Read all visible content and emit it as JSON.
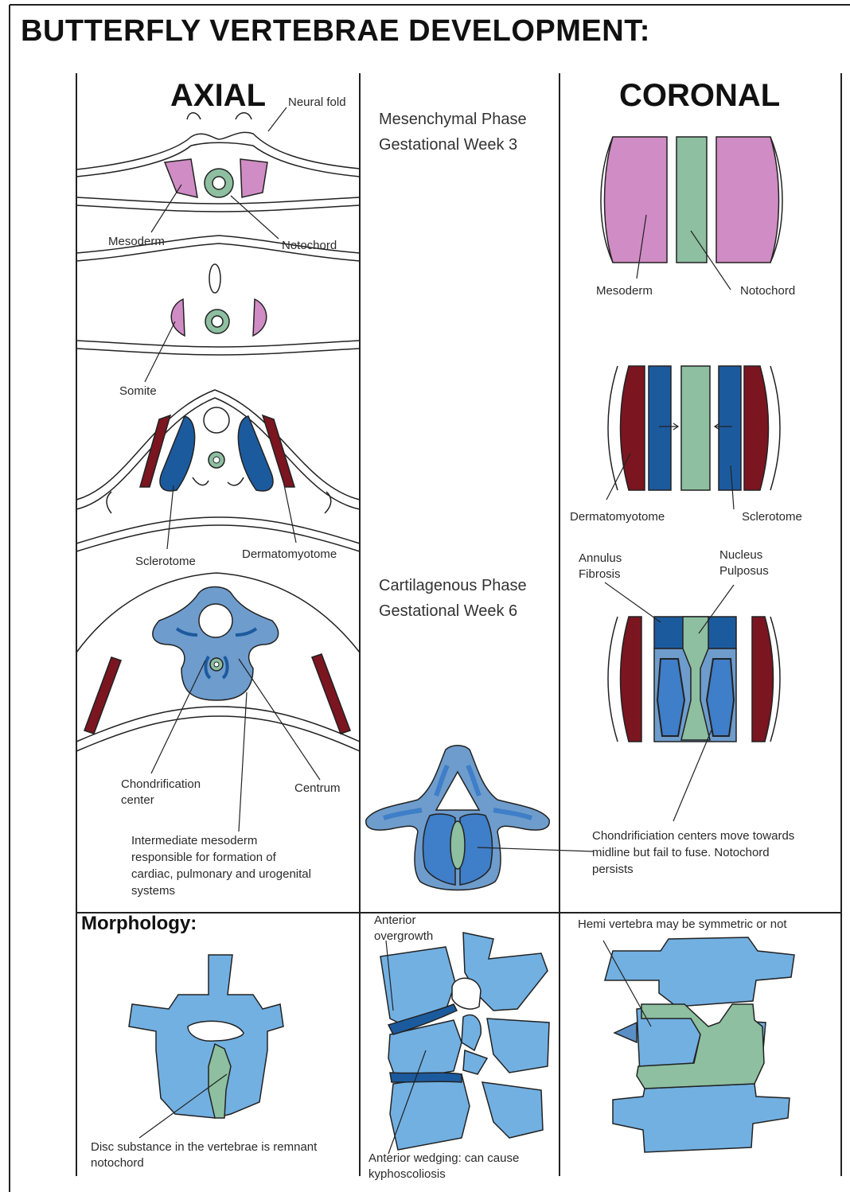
{
  "title": "BUTTERFLY VERTEBRAE DEVELOPMENT:",
  "columns": {
    "axial": "AXIAL",
    "coronal": "CORONAL"
  },
  "phases": {
    "mesenchymal": [
      "Mesenchymal Phase",
      "Gestational Week 3"
    ],
    "cartilagenous": [
      "Cartilagenous Phase",
      "Gestational Week 6"
    ]
  },
  "axial_labels": {
    "neural_fold": "Neural fold",
    "mesoderm": "Mesoderm",
    "notochord": "Notochord",
    "somite": "Somite",
    "sclerotome": "Sclerotome",
    "dermatomyotome": "Dermatomyotome",
    "chondrification_center": [
      "Chondrification",
      "center"
    ],
    "centrum": "Centrum",
    "intermediate_mesoderm": [
      "Intermediate mesoderm",
      "responsible for formation of",
      "cardiac, pulmonary and urogenital",
      "systems"
    ]
  },
  "coronal_labels": {
    "mesoderm": "Mesoderm",
    "notochord": "Notochord",
    "dermatomyotome": "Dermatomyotome",
    "sclerotome": "Sclerotome",
    "annulus_fibrosis": [
      "Annulus",
      "Fibrosis"
    ],
    "nucleus_pulposus": [
      "Nucleus",
      "Pulposus"
    ],
    "chondrification_note": [
      "Chondrificiation centers move towards",
      "midline but fail to fuse. Notochord",
      "persists"
    ]
  },
  "morphology": {
    "heading": "Morphology:",
    "disc_note": [
      "Disc substance in the vertebrae  is remnant",
      "notochord"
    ],
    "anterior_overgrowth": [
      "Anterior",
      "overgrowth"
    ],
    "anterior_wedging": [
      "Anterior wedging: can cause",
      "kyphoscoliosis"
    ],
    "hemi_vertebra": "Hemi vertebra may be symmetric or not"
  },
  "colors": {
    "mesoderm_pink": "#d08cc4",
    "notochord_green": "#8dbfa0",
    "dermatomyotome_red": "#7b1520",
    "sclerotome_blue": "#1c5a9e",
    "cartilage_blue": "#6e9ccc",
    "bone_blue": "#72b0e2"
  }
}
